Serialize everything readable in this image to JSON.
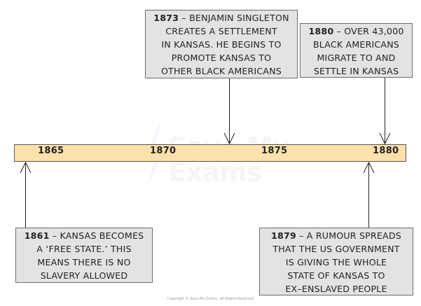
{
  "timeline": {
    "ticks": [
      {
        "label": "1865"
      },
      {
        "label": "1870"
      },
      {
        "label": "1875"
      },
      {
        "label": "1880"
      }
    ],
    "bar_color": "#fde0ab",
    "box_color": "#e3e3e3"
  },
  "events": {
    "e1873": {
      "year": "1873",
      "lines": [
        "– BENJAMIN SINGLETON",
        "CREATES A SETTLEMENT",
        "IN KANSAS. HE BEGINS TO",
        "PROMOTE KANSAS TO",
        "OTHER BLACK AMERICANS"
      ]
    },
    "e1880": {
      "year": "1880",
      "lines": [
        "– OVER 43,000",
        "BLACK AMERICANS",
        "MIGRATE TO AND",
        "SETTLE IN KANSAS"
      ]
    },
    "e1861": {
      "year": "1861",
      "lines": [
        "– KANSAS BECOMES",
        "A ‘FREE STATE.’ THIS",
        "MEANS THERE IS NO",
        "SLAVERY ALLOWED"
      ]
    },
    "e1879": {
      "year": "1879",
      "lines": [
        "– A RUMOUR SPREADS",
        "THAT THE US GOVERNMENT",
        "IS GIVING THE WHOLE",
        "STATE OF KANSAS TO",
        "EX–ENSLAVED PEOPLE"
      ]
    }
  },
  "watermark": {
    "line1": "Save My",
    "line2": "Exams"
  },
  "copyright": "Copyright © Save My Exams. All Rights Reserved"
}
